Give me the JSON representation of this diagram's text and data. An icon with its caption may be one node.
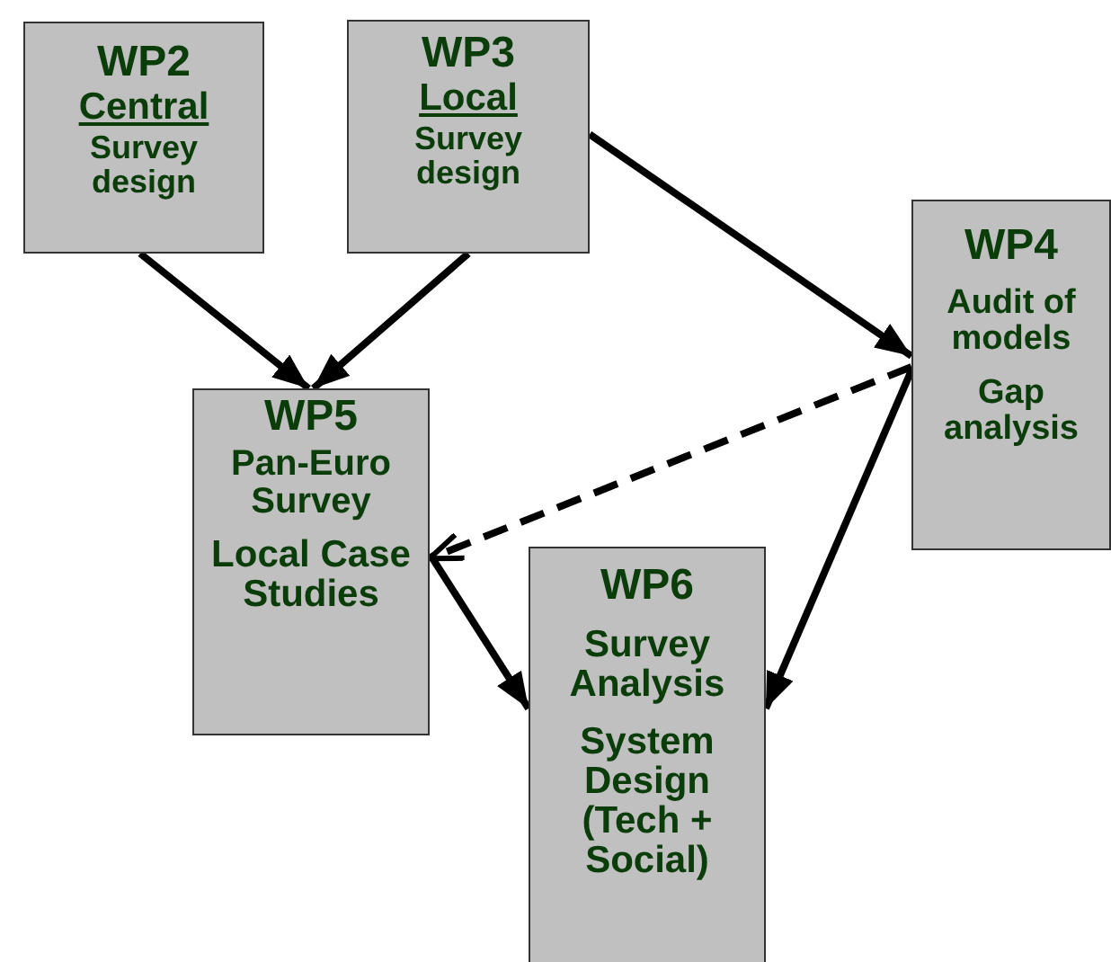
{
  "diagram": {
    "nodes": [
      {
        "text": [
          "WP2",
          "Central",
          "Survey design"
        ]
      },
      {
        "text": [
          "WP3",
          "Local",
          "Survey design"
        ]
      },
      {
        "text": [
          "WP4",
          "Audit of models",
          "Gap analysis"
        ]
      },
      {
        "text": [
          "WP5",
          "Pan-Euro Survey",
          "Local Case Studies"
        ]
      },
      {
        "text": [
          "WP6",
          "Survey Analysis",
          "System Design (Tech + Social)"
        ]
      }
    ],
    "edges": [
      {
        "from": 0,
        "to": 3,
        "arrow": "to"
      },
      {
        "from": 1,
        "to": 3,
        "arrow": "to"
      },
      {
        "from": 1,
        "to": 2,
        "arrow": "to"
      },
      {
        "from": 2,
        "to": 3,
        "arrow": "to",
        "style": "dashed"
      },
      {
        "from": 3,
        "to": 4,
        "arrow": "to"
      },
      {
        "from": 2,
        "to": 4,
        "arrow": "to"
      }
    ]
  }
}
